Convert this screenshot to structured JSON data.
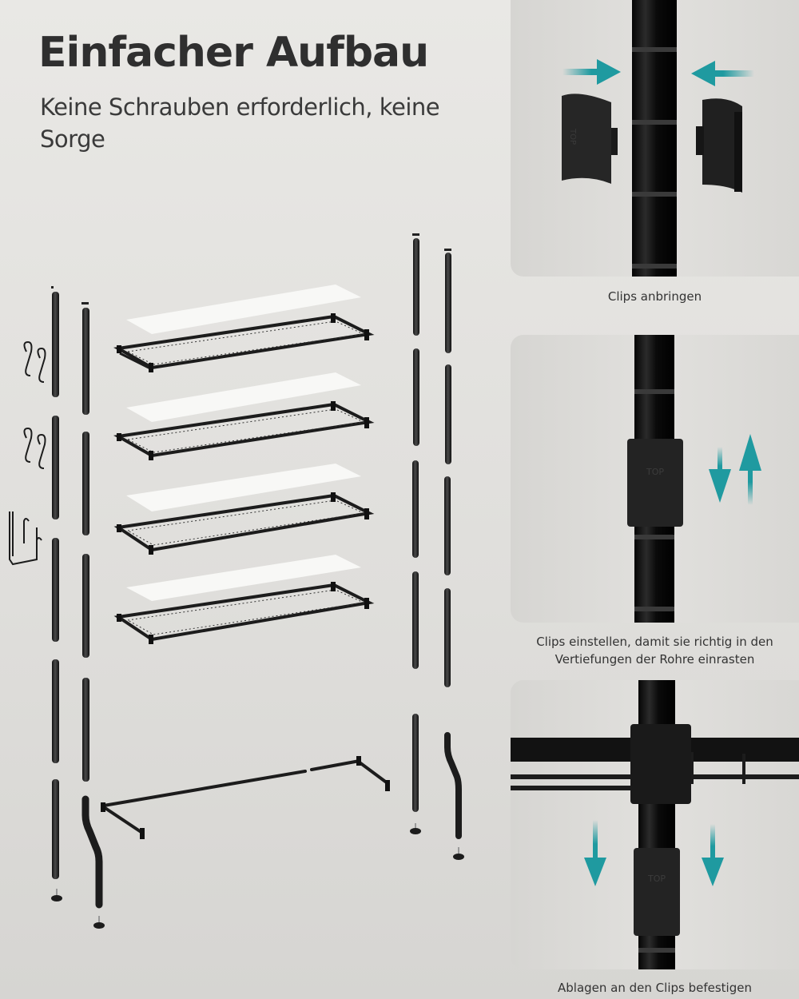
{
  "header": {
    "title": "Einfacher Aufbau",
    "subtitle": "Keine Schrauben erforderlich, keine Sorge"
  },
  "diagram": {
    "description": "Exploded view of shelving unit: 4 wire shelves with liners, vertical pole segments, S-hooks, side hook, bottom bar and leveling feet",
    "shelf_count": 4,
    "s_hook_pairs": 2
  },
  "steps": [
    {
      "caption": "Clips anbringen",
      "clip_text": "TOP"
    },
    {
      "caption": "Clips einstellen, damit sie richtig in den Vertiefungen der Rohre einrasten",
      "clip_text": "TOP"
    },
    {
      "caption": "Ablagen an den Clips befestigen",
      "clip_text": "TOP"
    }
  ],
  "colors": {
    "background": "#e6e5e2",
    "panel": "#dbdad7",
    "arrow_teal": "#1f9aa0",
    "metal": "#1c1c1c",
    "liner": "#f7f7f5",
    "text": "#2f2f2f"
  }
}
